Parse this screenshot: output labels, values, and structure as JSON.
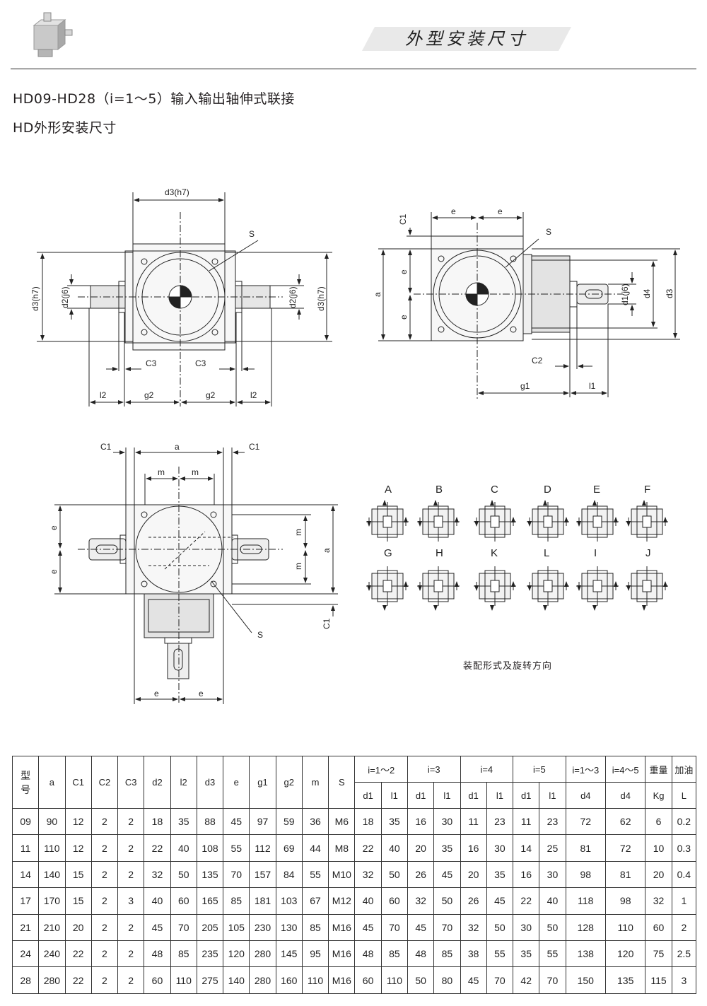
{
  "header": {
    "title": "外型安装尺寸"
  },
  "heading": {
    "line1": "HD09-HD28（i=1～5）输入输出轴伸式联接",
    "line2": "HD外形安装尺寸"
  },
  "drawing1": {
    "labels": {
      "d3h7_top": "d3(h7)",
      "d3h7_left": "d3(h7)",
      "d3h7_right": "d3(h7)",
      "d2j6_left": "d2(j6)",
      "d2j6_right": "d2(j6)",
      "s": "S",
      "c3_left": "C3",
      "c3_right": "C3",
      "l2_left": "l2",
      "l2_right": "l2",
      "g2_left": "g2",
      "g2_right": "g2"
    }
  },
  "drawing2": {
    "labels": {
      "c1": "C1",
      "e_top1": "e",
      "e_top2": "e",
      "s": "S",
      "a": "a",
      "e_v1": "e",
      "e_v2": "e",
      "d1j6": "d1(j6)",
      "d4": "d4",
      "d3": "d3",
      "c2": "C2",
      "g1": "g1",
      "l1": "l1"
    }
  },
  "drawing3": {
    "labels": {
      "c1_left": "C1",
      "a_top": "a",
      "c1_right": "C1",
      "m_top1": "m",
      "m_top2": "m",
      "e_v1": "e",
      "e_v2": "e",
      "m_v1": "m",
      "m_v2": "m",
      "a_right": "a",
      "c1_bottom": "C1",
      "s": "S",
      "e_bottom1": "e",
      "e_bottom2": "e"
    }
  },
  "mounting": {
    "row1": [
      "A",
      "B",
      "C",
      "D",
      "E",
      "F"
    ],
    "row2": [
      "G",
      "H",
      "K",
      "L",
      "I",
      "J"
    ],
    "caption": "装配形式及旋转方向"
  },
  "table": {
    "header_model": "型号",
    "header_cols": [
      "a",
      "C1",
      "C2",
      "C3",
      "d2",
      "l2",
      "d3",
      "e",
      "g1",
      "g2",
      "m",
      "S"
    ],
    "ratio_groups": [
      "i=1～2",
      "i=3",
      "i=4",
      "i=5",
      "i=1～3",
      "i=4～5"
    ],
    "weight": "重量",
    "oil": "加油",
    "sub_cols": [
      "d1",
      "l1",
      "d1",
      "l1",
      "d1",
      "l1",
      "d1",
      "l1",
      "d4",
      "d4",
      "Kg",
      "L"
    ],
    "rows": [
      [
        "09",
        "90",
        "12",
        "2",
        "2",
        "18",
        "35",
        "88",
        "45",
        "97",
        "59",
        "36",
        "M6",
        "18",
        "35",
        "16",
        "30",
        "11",
        "23",
        "11",
        "23",
        "72",
        "62",
        "6",
        "0.2"
      ],
      [
        "11",
        "110",
        "12",
        "2",
        "2",
        "22",
        "40",
        "108",
        "55",
        "112",
        "69",
        "44",
        "M8",
        "22",
        "40",
        "20",
        "35",
        "16",
        "30",
        "14",
        "25",
        "81",
        "72",
        "10",
        "0.3"
      ],
      [
        "14",
        "140",
        "15",
        "2",
        "2",
        "32",
        "50",
        "135",
        "70",
        "157",
        "84",
        "55",
        "M10",
        "32",
        "50",
        "26",
        "45",
        "20",
        "35",
        "16",
        "30",
        "98",
        "81",
        "20",
        "0.4"
      ],
      [
        "17",
        "170",
        "15",
        "2",
        "3",
        "40",
        "60",
        "165",
        "85",
        "181",
        "103",
        "67",
        "M12",
        "40",
        "60",
        "32",
        "50",
        "26",
        "45",
        "22",
        "40",
        "118",
        "98",
        "32",
        "1"
      ],
      [
        "21",
        "210",
        "20",
        "2",
        "2",
        "45",
        "70",
        "205",
        "105",
        "230",
        "130",
        "85",
        "M16",
        "45",
        "70",
        "45",
        "70",
        "32",
        "50",
        "30",
        "50",
        "128",
        "110",
        "60",
        "2"
      ],
      [
        "24",
        "240",
        "22",
        "2",
        "2",
        "48",
        "85",
        "235",
        "120",
        "280",
        "145",
        "95",
        "M16",
        "48",
        "85",
        "48",
        "85",
        "38",
        "55",
        "35",
        "55",
        "138",
        "120",
        "75",
        "2.5"
      ],
      [
        "28",
        "280",
        "22",
        "2",
        "2",
        "60",
        "110",
        "275",
        "140",
        "280",
        "160",
        "110",
        "M16",
        "60",
        "110",
        "50",
        "80",
        "45",
        "70",
        "42",
        "70",
        "150",
        "135",
        "115",
        "3"
      ]
    ]
  }
}
